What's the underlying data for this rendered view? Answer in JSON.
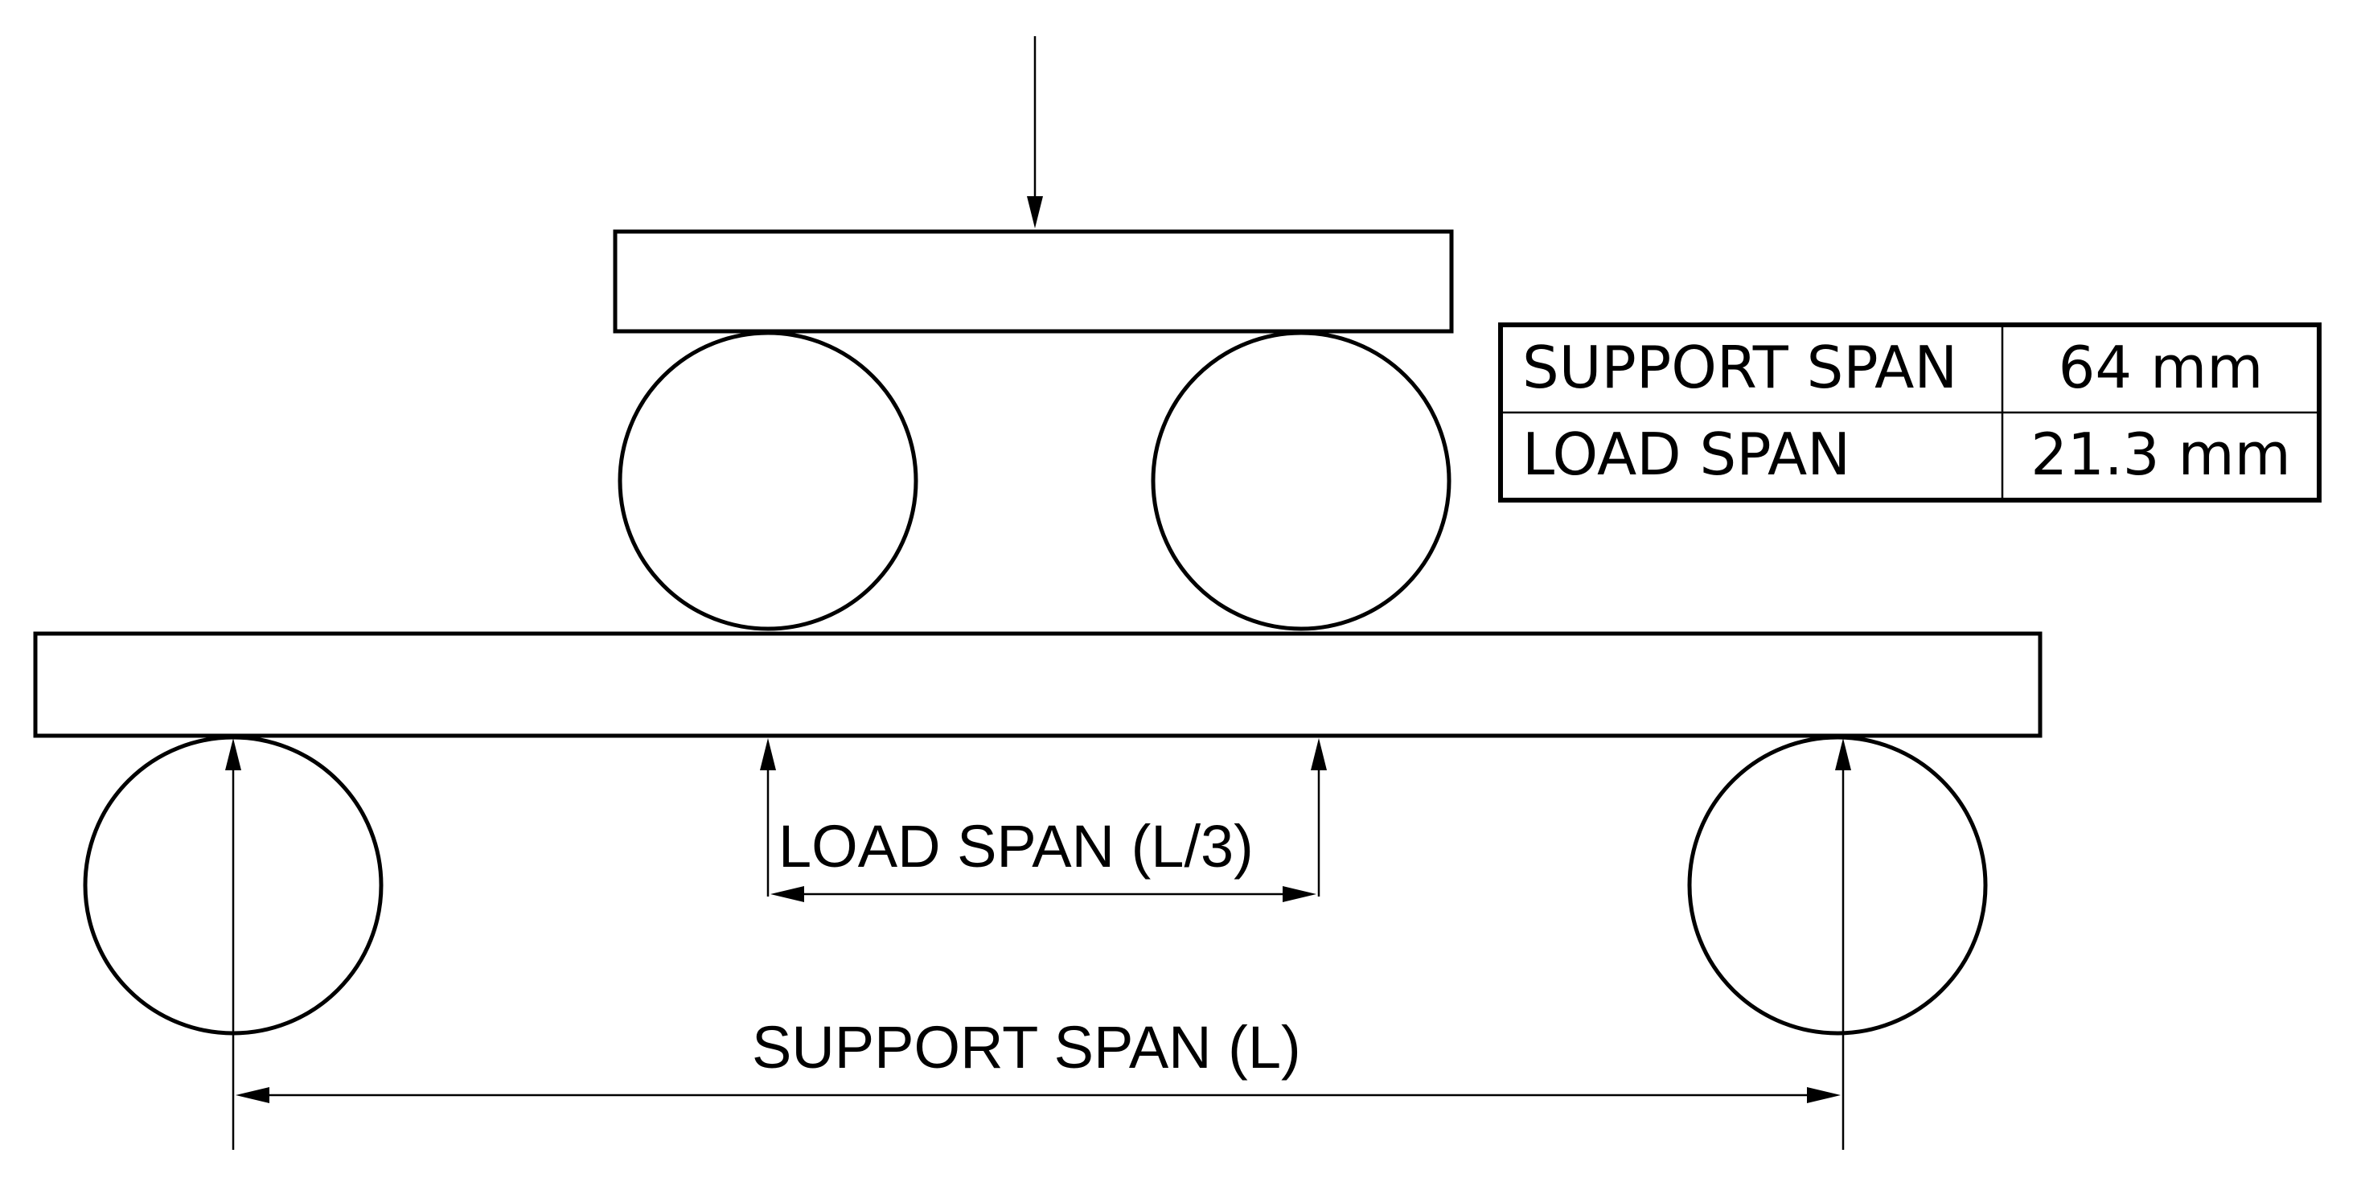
{
  "diagram": {
    "load_span_label": "LOAD SPAN (L/3)",
    "support_span_label": "SUPPORT SPAN (L)"
  },
  "spec_table": {
    "rows": [
      {
        "name": "SUPPORT SPAN",
        "value": "64 mm"
      },
      {
        "name": "LOAD SPAN",
        "value": "21.3 mm"
      }
    ]
  }
}
